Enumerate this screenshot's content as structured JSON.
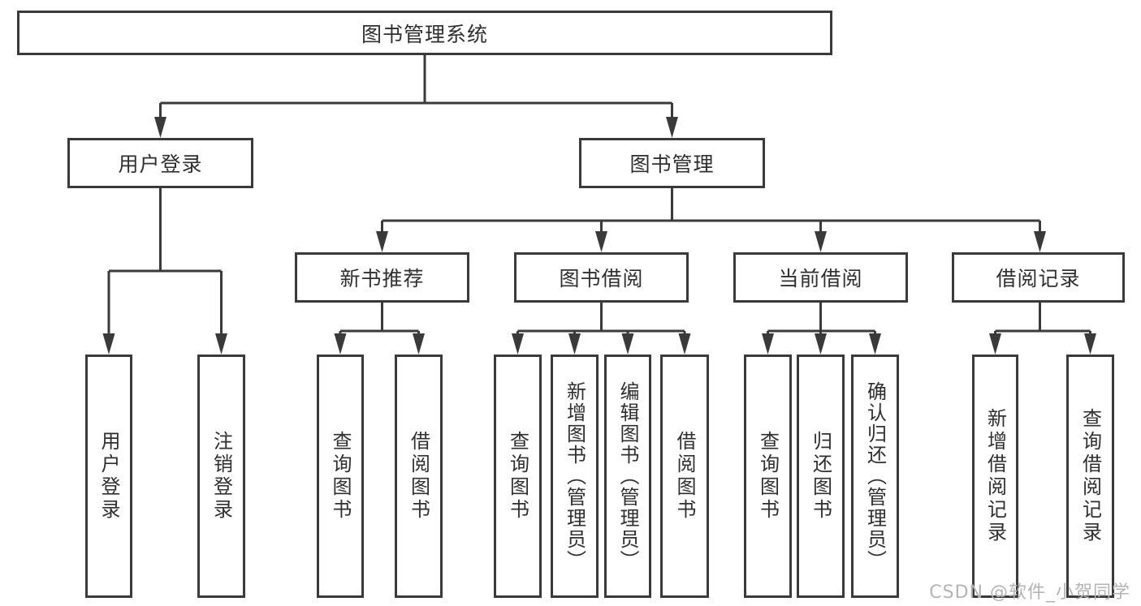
{
  "diagram": {
    "root": {
      "label": "图书管理系统"
    },
    "level2": [
      {
        "label": "用户登录"
      },
      {
        "label": "图书管理"
      }
    ],
    "level3": [
      {
        "label": "新书推荐"
      },
      {
        "label": "图书借阅"
      },
      {
        "label": "当前借阅"
      },
      {
        "label": "借阅记录"
      }
    ],
    "leaves": {
      "user_login": [
        "用户登录",
        "注销登录"
      ],
      "new_book": [
        "查询图书",
        "借阅图书"
      ],
      "book_borrow": [
        "查询图书",
        "新增图书（管理员）",
        "编辑图书（管理员）",
        "借阅图书"
      ],
      "current_borrow": [
        "查询图书",
        "归还图书",
        "确认归还（管理员）"
      ],
      "borrow_records": [
        "新增借阅记录",
        "查询借阅记录"
      ]
    },
    "colors": {
      "line": "#3a3a3a",
      "text": "#2f2f2f",
      "watermark": "#b4b4b4",
      "background": "#ffffff"
    }
  },
  "watermark": {
    "text": "CSDN @软件_小贺同学"
  }
}
